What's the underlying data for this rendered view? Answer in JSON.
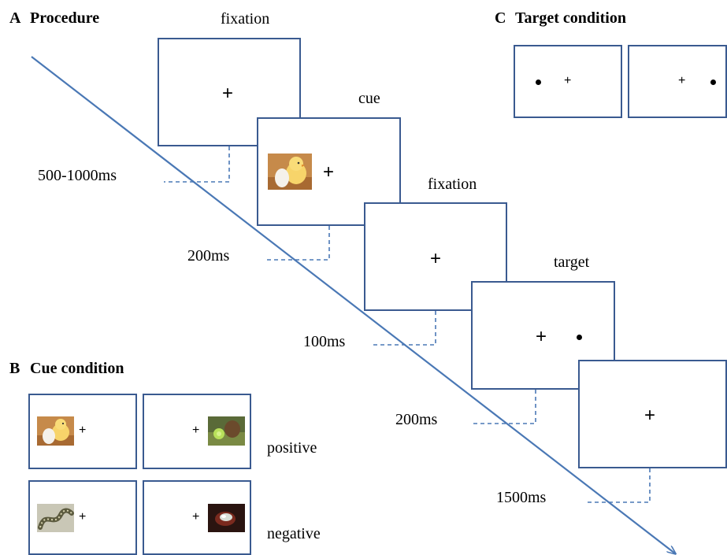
{
  "colors": {
    "frame": "#3a5a90",
    "arrow": "#4a78b5",
    "dashed": "#4a78b5"
  },
  "panel_a": {
    "letter": "A",
    "title": "Procedure",
    "screens": [
      {
        "label": "fixation",
        "content": "+"
      },
      {
        "label": "cue",
        "content": "+",
        "image": "chick-with-egg"
      },
      {
        "label": "fixation",
        "content": "+"
      },
      {
        "label": "target",
        "content": "+"
      },
      {
        "content": "+"
      }
    ],
    "durations": [
      "500-1000ms",
      "200ms",
      "100ms",
      "200ms",
      "1500ms"
    ]
  },
  "panel_b": {
    "letter": "B",
    "title": "Cue condition",
    "rows": [
      {
        "label": "positive",
        "left_image": "chick-with-egg",
        "right_image": "baby-animal",
        "fixation": "+"
      },
      {
        "label": "negative",
        "left_image": "snake",
        "right_image": "wound",
        "fixation": "+"
      }
    ]
  },
  "panel_c": {
    "letter": "C",
    "title": "Target condition",
    "fixation": "+"
  }
}
